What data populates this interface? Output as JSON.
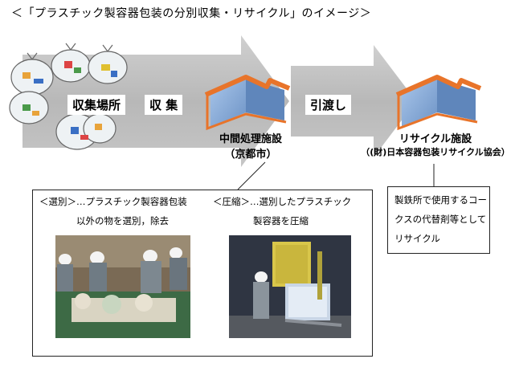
{
  "title": "＜「プラスチック製容器包装の分別収集・リサイクル」のイメージ＞",
  "flow": {
    "collection_point_label": "収集場所",
    "arrow1_label": "収 集",
    "arrow2_label": "引渡し"
  },
  "facilities": {
    "intermediate": {
      "name": "中間処理施設",
      "city": "（京都市）"
    },
    "recycling": {
      "name": "リサイクル施設",
      "org": "（(財)日本容器包装リサイクル協会）"
    }
  },
  "process_box": {
    "sorting_line1": "＜選別＞…プラスチック製容器包装",
    "sorting_line2": "以外の物を選別，除去",
    "compress_line1": "＜圧縮＞…選別したプラスチック",
    "compress_line2": "製容器を圧縮"
  },
  "recycling_box": {
    "line1": "製鉄所で使用するコー",
    "line2": "クスの代替剤等として",
    "line3": "リサイクル"
  },
  "colors": {
    "arrow": "#bfbfbf",
    "building_roof": "#e8742a",
    "building_wall": "#7fa7d6"
  },
  "icons": {
    "bag": "garbage-bag-icon",
    "building": "facility-building-icon"
  }
}
